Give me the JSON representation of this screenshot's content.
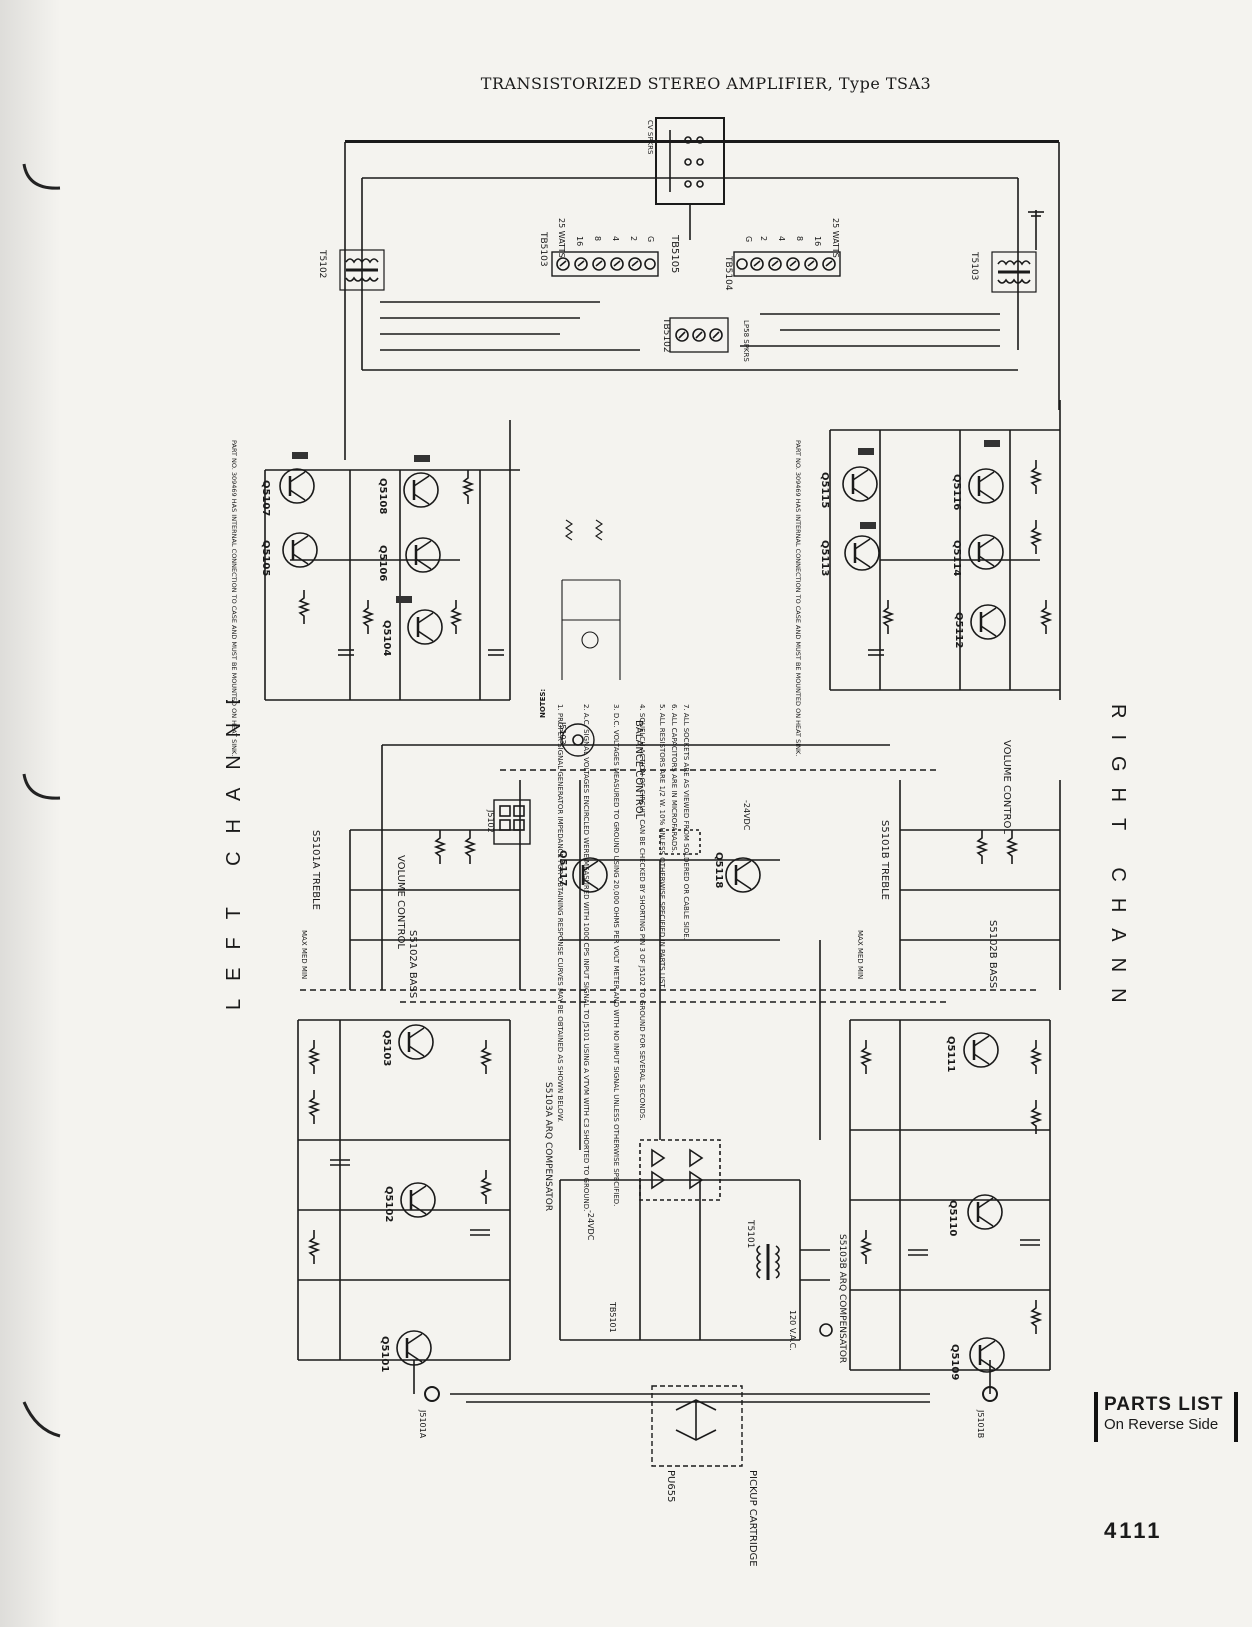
{
  "title": "TRANSISTORIZED STEREO AMPLIFIER, Type TSA3",
  "parts_list": {
    "line1": "PARTS LIST",
    "line2": "On Reverse Side"
  },
  "page_number": "4111",
  "channels": {
    "left": "LEFT CHANNEL",
    "right": "RIGHT CHANNEL"
  },
  "transistors_left": [
    "Q5101",
    "Q5102",
    "Q5103",
    "Q5104",
    "Q5105",
    "Q5106",
    "Q5107",
    "Q5108"
  ],
  "transistors_right": [
    "Q5109",
    "Q5110",
    "Q5111",
    "Q5112",
    "Q5113",
    "Q5114",
    "Q5115",
    "Q5116"
  ],
  "transistors_center": [
    "Q5117",
    "Q5118"
  ],
  "terminal_boards": [
    "TB5101",
    "TB5102",
    "TB5103",
    "TB5104",
    "TB5105"
  ],
  "transformers": [
    "T5101",
    "T5102",
    "T5103"
  ],
  "jacks": [
    "J5101A",
    "J5101B",
    "J5102",
    "J5103"
  ],
  "tb_taps": [
    "25 WATTS",
    "16",
    "8",
    "4",
    "2",
    "G"
  ],
  "controls": {
    "volume": "VOLUME CONTROL",
    "balance": "BALANCE CONTROL",
    "treble_left": "S5101A TREBLE",
    "bass_left": "S5102A BASS",
    "treble_right": "S5101B TREBLE",
    "bass_right": "S5102B BASS",
    "arq_left": "S5103A ARQ COMPENSATOR",
    "arq_right": "S5103B ARQ COMPENSATOR",
    "switch_positions": "MAX MED MIN"
  },
  "pickup": {
    "model": "PU655",
    "label": "PICKUP CARTRIDGE"
  },
  "supply": {
    "voltage": "-24VDC",
    "mains": "120 V.A.C."
  },
  "speakers": {
    "cv": "CV SPKRS",
    "lp": "LP58 SPKRS"
  },
  "notes_header": "NOTES:",
  "notes": [
    "1. PROPER SIGNAL GENERATOR IMPEDANCE FOR OBTAINING RESPONSE CURVES MAY BE OBTAINED AS SHOWN BELOW.",
    "2. A.C. SIGNAL VOLTAGES ENCIRCLED WERE MEASURED WITH 1000 CPS INPUT SIGNAL TO J5101 USING A VTVM WITH C3 SHORTED TO GROUND.",
    "3. D.C. VOLTAGES MEASURED TO GROUND USING 20,000 OHMS PER VOLT METER AND WITH NO INPUT SIGNAL UNLESS OTHERWISE SPECIFIED.",
    "4. SQUELCH ACTION OF CIRCUIT CAN BE CHECKED BY SHORTING PIN 3 OF J5102 TO GROUND FOR SEVERAL SECONDS.",
    "5. ALL RESISTORS ARE 1/2 W. 10% UNLESS OTHERWISE SPECIFIED IN PARTS LIST.",
    "6. ALL CAPACITORS ARE IN MICROFARADS.",
    "7. ALL SOCKETS ARE AS VIEWED FROM SOLDERED OR CABLE SIDE."
  ],
  "internal_note": "PART NO. 309469 HAS INTERNAL CONNECTION TO CASE AND MUST BE MOUNTED ON HEAT SINK."
}
